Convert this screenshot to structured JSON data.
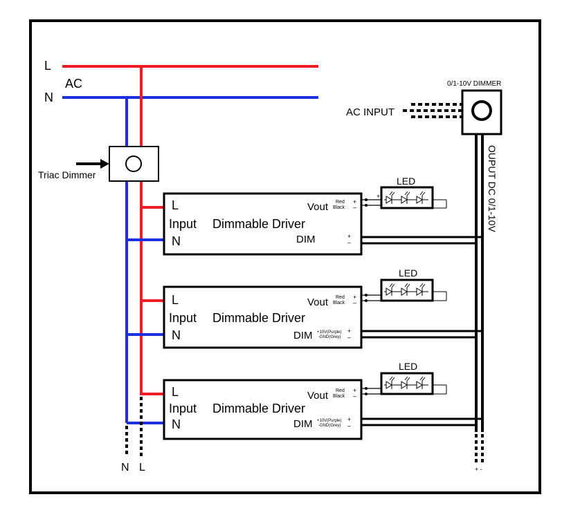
{
  "mains": {
    "l_label": "L",
    "n_label": "N",
    "ac_label": "AC",
    "bottom_n_label": "N",
    "bottom_l_label": "L"
  },
  "triac": {
    "label": "Triac Dimmer"
  },
  "dimmer010": {
    "title": "0/1-10V  DIMMER",
    "ac_input_label": "AC  INPUT",
    "output_label": "OUPUT  DC  0/1-10V",
    "bottom_pm": "+ -"
  },
  "drivers": [
    {
      "l": "L",
      "input": "Input",
      "title": "Dimmable Driver",
      "n": "N",
      "vout": "Vout",
      "red": "Red",
      "black": "Black",
      "plus": "+",
      "minus": "–",
      "dim": "DIM",
      "dim_plus_note": "",
      "dim_minus_note": "",
      "led": "LED"
    },
    {
      "l": "L",
      "input": "Input",
      "title": "Dimmable Driver",
      "n": "N",
      "vout": "Vout",
      "red": "Red",
      "black": "Black",
      "plus": "+",
      "minus": "–",
      "dim": "DIM",
      "dim_plus_note": "+10V(Purple)",
      "dim_minus_note": "-GND(Grey)",
      "led": "LED"
    },
    {
      "l": "L",
      "input": "Input",
      "title": "Dimmable Driver",
      "n": "N",
      "vout": "Vout",
      "red": "Red",
      "black": "Black",
      "plus": "+",
      "minus": "–",
      "dim": "DIM",
      "dim_plus_note": "+10V(Purple)",
      "dim_minus_note": "-GND(Grey)",
      "led": "LED"
    }
  ],
  "colors": {
    "live": "#ee1c25",
    "neutral": "#1c2fe0",
    "wire": "#000000"
  }
}
